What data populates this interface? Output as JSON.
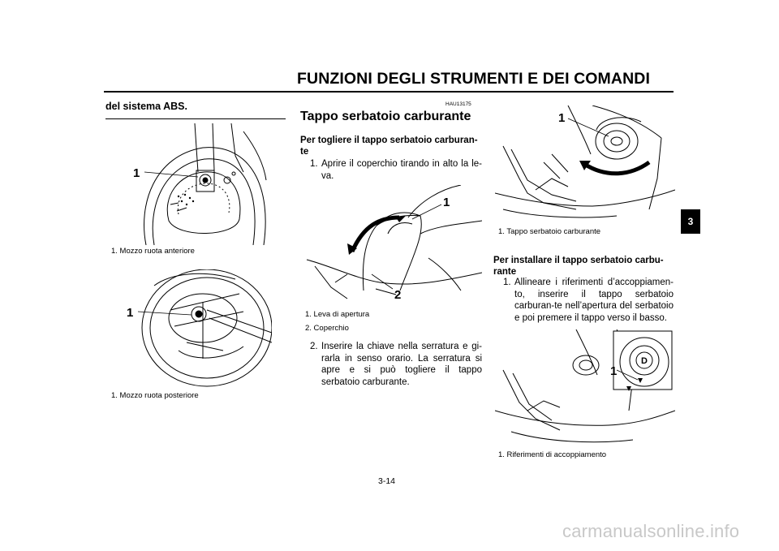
{
  "header": {
    "title": "FUNZIONI DEGLI STRUMENTI E DEI COMANDI",
    "chapter_tab": "3"
  },
  "col1": {
    "lead_heading": "del sistema ABS.",
    "fig1": {
      "callout": "1",
      "caption": "1.  Mozzo ruota anteriore"
    },
    "fig2": {
      "callout": "1",
      "caption": "1.  Mozzo ruota posteriore"
    }
  },
  "col2": {
    "code": "HAU13175",
    "heading": "Tappo serbatoio carburante",
    "subheading": "Per togliere il tappo serbatoio carburan-te",
    "step1_num": "1.",
    "step1_text": "Aprire il coperchio tirando in alto la le-va.",
    "fig": {
      "callout1": "1",
      "callout2": "2",
      "caption1": "1.  Leva di apertura",
      "caption2": "2.  Coperchio"
    },
    "step2_num": "2.",
    "step2_text": "Inserire la chiave nella serratura e gi-rarla in senso orario. La serratura si apre e si può togliere il tappo serbatoio carburante."
  },
  "col3": {
    "fig1": {
      "callout": "1",
      "caption": "1.  Tappo serbatoio carburante"
    },
    "subheading": "Per installare il tappo serbatoio carbu-rante",
    "step1_num": "1.",
    "step1_text": "Allineare i riferimenti d’accoppiamen-to, inserire il tappo serbatoio carburan-te nell’apertura del serbatoio e poi premere il tappo verso il basso.",
    "fig2": {
      "callout": "1",
      "caption": "1.  Riferimenti di accoppiamento"
    }
  },
  "footer": {
    "page_number": "3-14",
    "watermark": "carmanualsonline.info"
  }
}
